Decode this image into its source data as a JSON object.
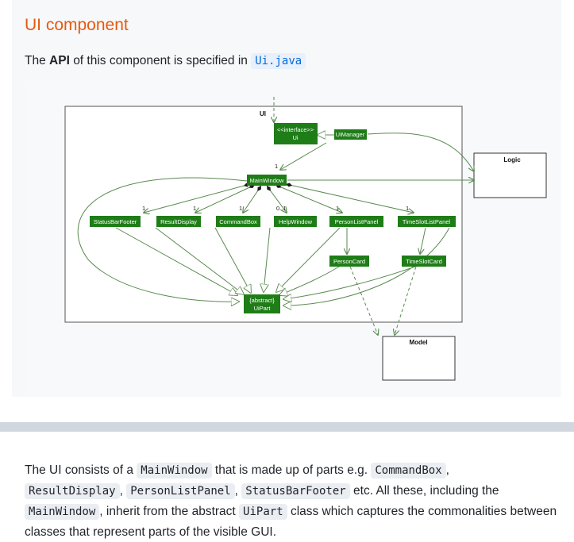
{
  "section": {
    "title": "UI component",
    "lead_prefix": "The",
    "lead_bold": "API",
    "lead_middle": "of this component is specified in",
    "lead_link": "Ui.java"
  },
  "diagram": {
    "frame_label": "UI",
    "interface_stereotype": "<<interface>>",
    "interface_name": "Ui",
    "ui_manager": "UiManager",
    "main_window": "MainWindow",
    "status_bar_footer": "StatusBarFooter",
    "result_display": "ResultDisplay",
    "command_box": "CommandBox",
    "help_window": "HelpWindow",
    "person_list_panel": "PersonListPanel",
    "timeslot_list_panel": "TimeSlotListPanel",
    "person_card": "PersonCard",
    "timeslot_card": "TimeSlotCard",
    "uipart_stereotype": "{abstract}",
    "uipart_name": "UiPart",
    "logic": "Logic",
    "model": "Model",
    "mult_one": "1",
    "mult_zero_one": "0..1"
  },
  "paragraph": {
    "t1": "The UI consists of a",
    "c1": "MainWindow",
    "t2": "that is made up of parts e.g.",
    "c2": "CommandBox",
    "t3": ",",
    "c3": "ResultDisplay",
    "t4": ",",
    "c4": "PersonListPanel",
    "t5": ",",
    "c5": "StatusBarFooter",
    "t6": "etc. All these, including the",
    "c6": "MainWindow",
    "t7": ", inherit from the abstract",
    "c7": "UiPart",
    "t8": "class which captures the commonalities between classes that represent parts of the visible GUI."
  },
  "colors": {
    "accent_title": "#e8590c",
    "link": "#0969da",
    "class_fill": "#1e7d17",
    "edge": "#5a8a50"
  }
}
